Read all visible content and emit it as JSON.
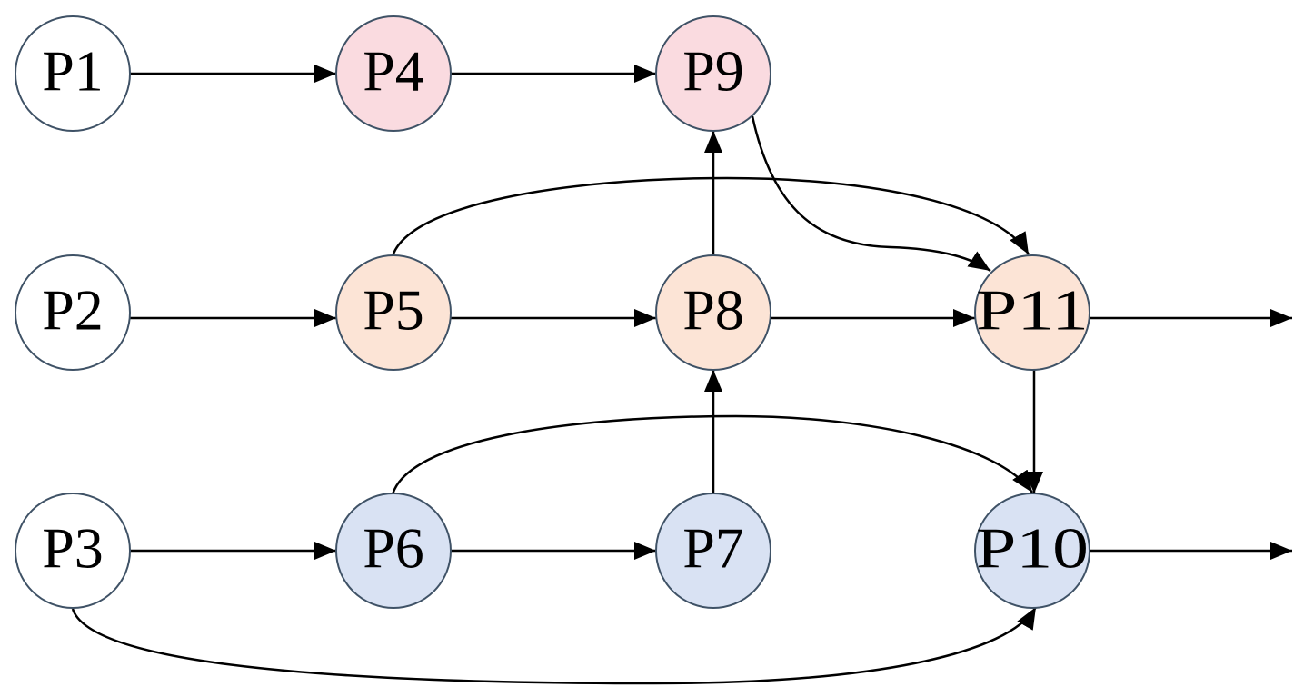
{
  "colors": {
    "white": "#ffffff",
    "pink": "#fadbe0",
    "peach": "#fce4d6",
    "blue": "#d9e2f3",
    "outline": "#3f5266",
    "edge": "#000000"
  },
  "nodes": [
    {
      "id": "P1",
      "label": "P1",
      "fill": "white"
    },
    {
      "id": "P2",
      "label": "P2",
      "fill": "white"
    },
    {
      "id": "P3",
      "label": "P3",
      "fill": "white"
    },
    {
      "id": "P4",
      "label": "P4",
      "fill": "pink"
    },
    {
      "id": "P9",
      "label": "P9",
      "fill": "pink"
    },
    {
      "id": "P5",
      "label": "P5",
      "fill": "peach"
    },
    {
      "id": "P8",
      "label": "P8",
      "fill": "peach"
    },
    {
      "id": "P11",
      "label": "P11",
      "fill": "peach"
    },
    {
      "id": "P6",
      "label": "P6",
      "fill": "blue"
    },
    {
      "id": "P7",
      "label": "P7",
      "fill": "blue"
    },
    {
      "id": "P10",
      "label": "P10",
      "fill": "blue"
    }
  ],
  "edges": [
    {
      "from": "P1",
      "to": "P4"
    },
    {
      "from": "P4",
      "to": "P9"
    },
    {
      "from": "P2",
      "to": "P5"
    },
    {
      "from": "P5",
      "to": "P8"
    },
    {
      "from": "P8",
      "to": "P11"
    },
    {
      "from": "P3",
      "to": "P6"
    },
    {
      "from": "P6",
      "to": "P7"
    },
    {
      "from": "P8",
      "to": "P9"
    },
    {
      "from": "P7",
      "to": "P8"
    },
    {
      "from": "P11",
      "to": "P10"
    },
    {
      "from": "P9",
      "to": "P11"
    },
    {
      "from": "P5",
      "to": "P11"
    },
    {
      "from": "P6",
      "to": "P10"
    },
    {
      "from": "P3",
      "to": "P10"
    },
    {
      "from": "P11",
      "to": "output"
    },
    {
      "from": "P10",
      "to": "output"
    }
  ]
}
